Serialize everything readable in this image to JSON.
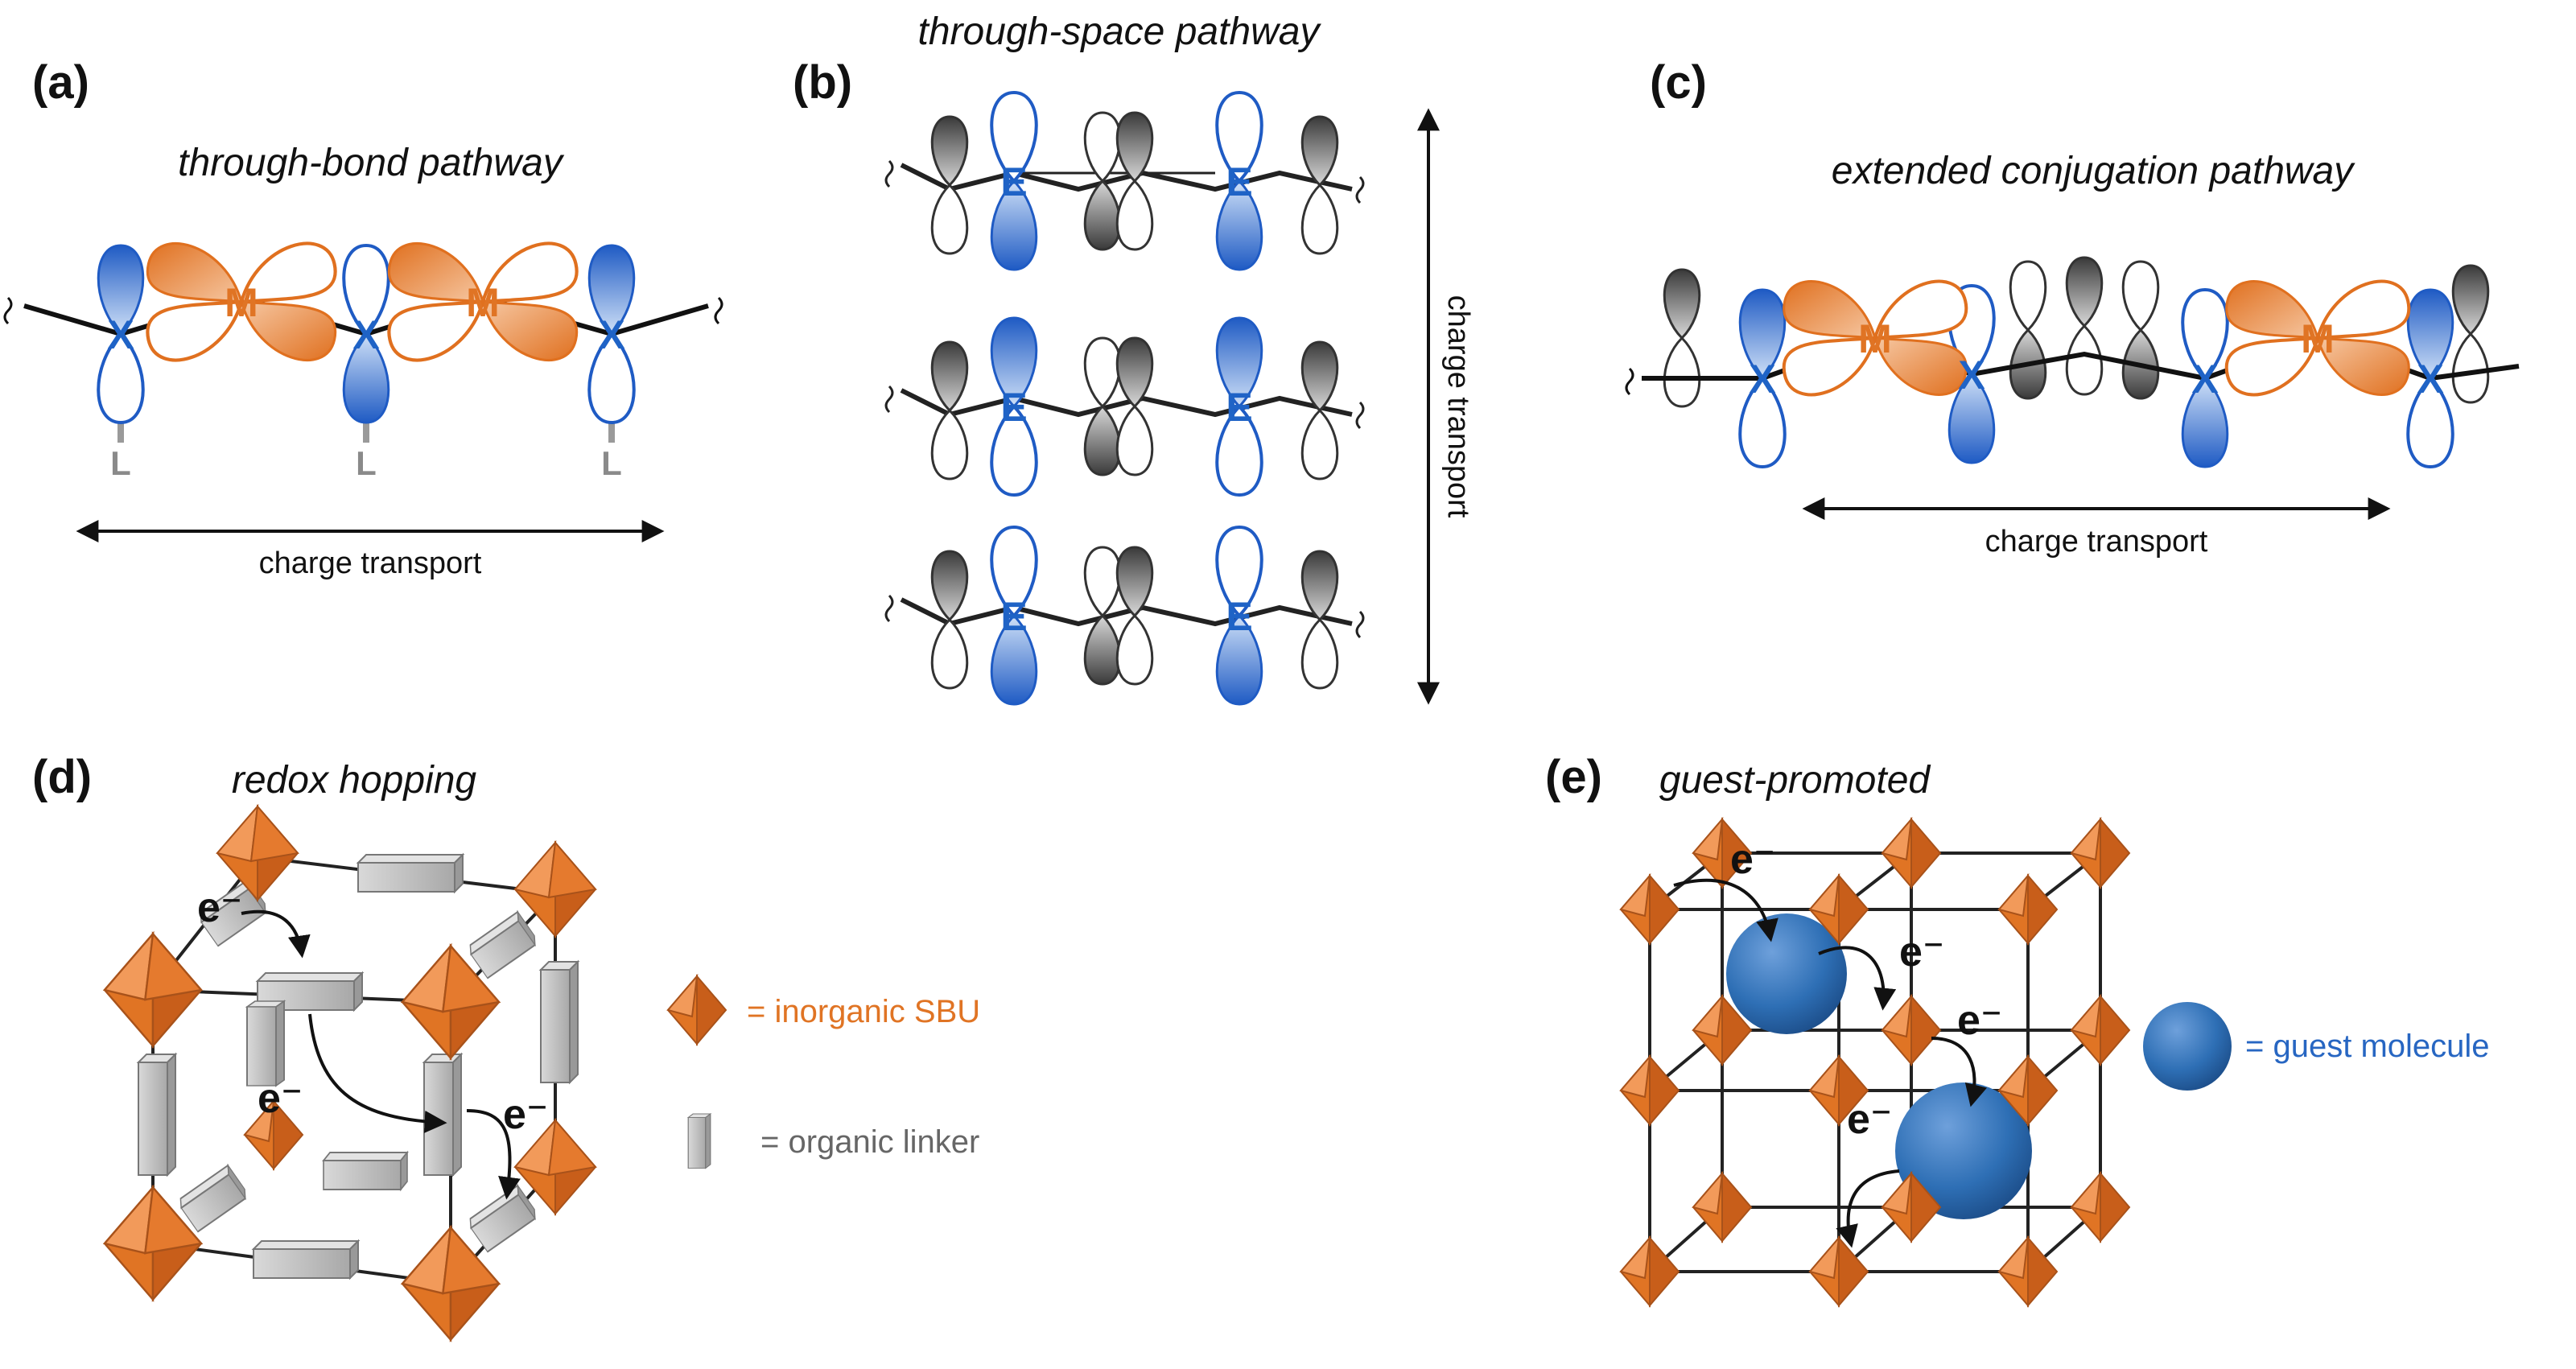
{
  "panels": {
    "a": {
      "label": "(a)",
      "title": "through-bond pathway",
      "axis": "charge transport",
      "atoms": {
        "x": "X",
        "m": "M",
        "l": "L"
      }
    },
    "b": {
      "label": "(b)",
      "title": "through-space pathway",
      "axis": "charge transport",
      "atoms": {
        "e": "E"
      }
    },
    "c": {
      "label": "(c)",
      "title": "extended conjugation pathway",
      "axis": "charge transport",
      "atoms": {
        "x": "X",
        "m": "M"
      }
    },
    "d": {
      "label": "(d)",
      "title": "redox hopping",
      "electron": "e⁻",
      "legend": {
        "sbu": "= inorganic SBU",
        "linker": "= organic linker"
      }
    },
    "e": {
      "label": "(e)",
      "title": "guest-promoted",
      "electron": "e⁻",
      "legend": {
        "guest": "= guest molecule"
      }
    }
  },
  "colors": {
    "blue": "#1f63c6",
    "orange": "#e07424",
    "gray": "#6e6e6e",
    "linker": "#bdbdbd",
    "guest": "#2e6fb5"
  },
  "icons": [
    "p-orbital-lobe",
    "d-orbital-cloverleaf",
    "octahedron-sbu",
    "rod-linker",
    "sphere-guest",
    "double-arrow",
    "curved-arrow"
  ]
}
